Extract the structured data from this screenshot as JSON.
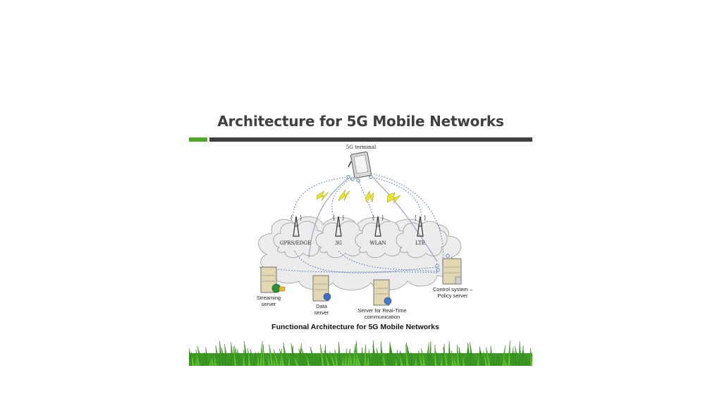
{
  "slide": {
    "title": "Architecture for 5G Mobile Networks"
  },
  "diagram": {
    "terminal_label": "5G terminal",
    "access_networks": [
      "GPRS/EDGE",
      "3G",
      "WLAN",
      "LTE"
    ],
    "servers": {
      "streaming": [
        "Streaming",
        "server"
      ],
      "data": [
        "Data",
        "server"
      ],
      "realtime": [
        "Server for Real-Time",
        "communication"
      ],
      "control": [
        "Control system –",
        "Policy server"
      ]
    },
    "caption": "Functional Architecture for 5G Mobile Networks"
  },
  "colors": {
    "accent_green": "#4fa52b",
    "rule_dark": "#3f3f3f",
    "link_blue": "#5b7fb8"
  }
}
